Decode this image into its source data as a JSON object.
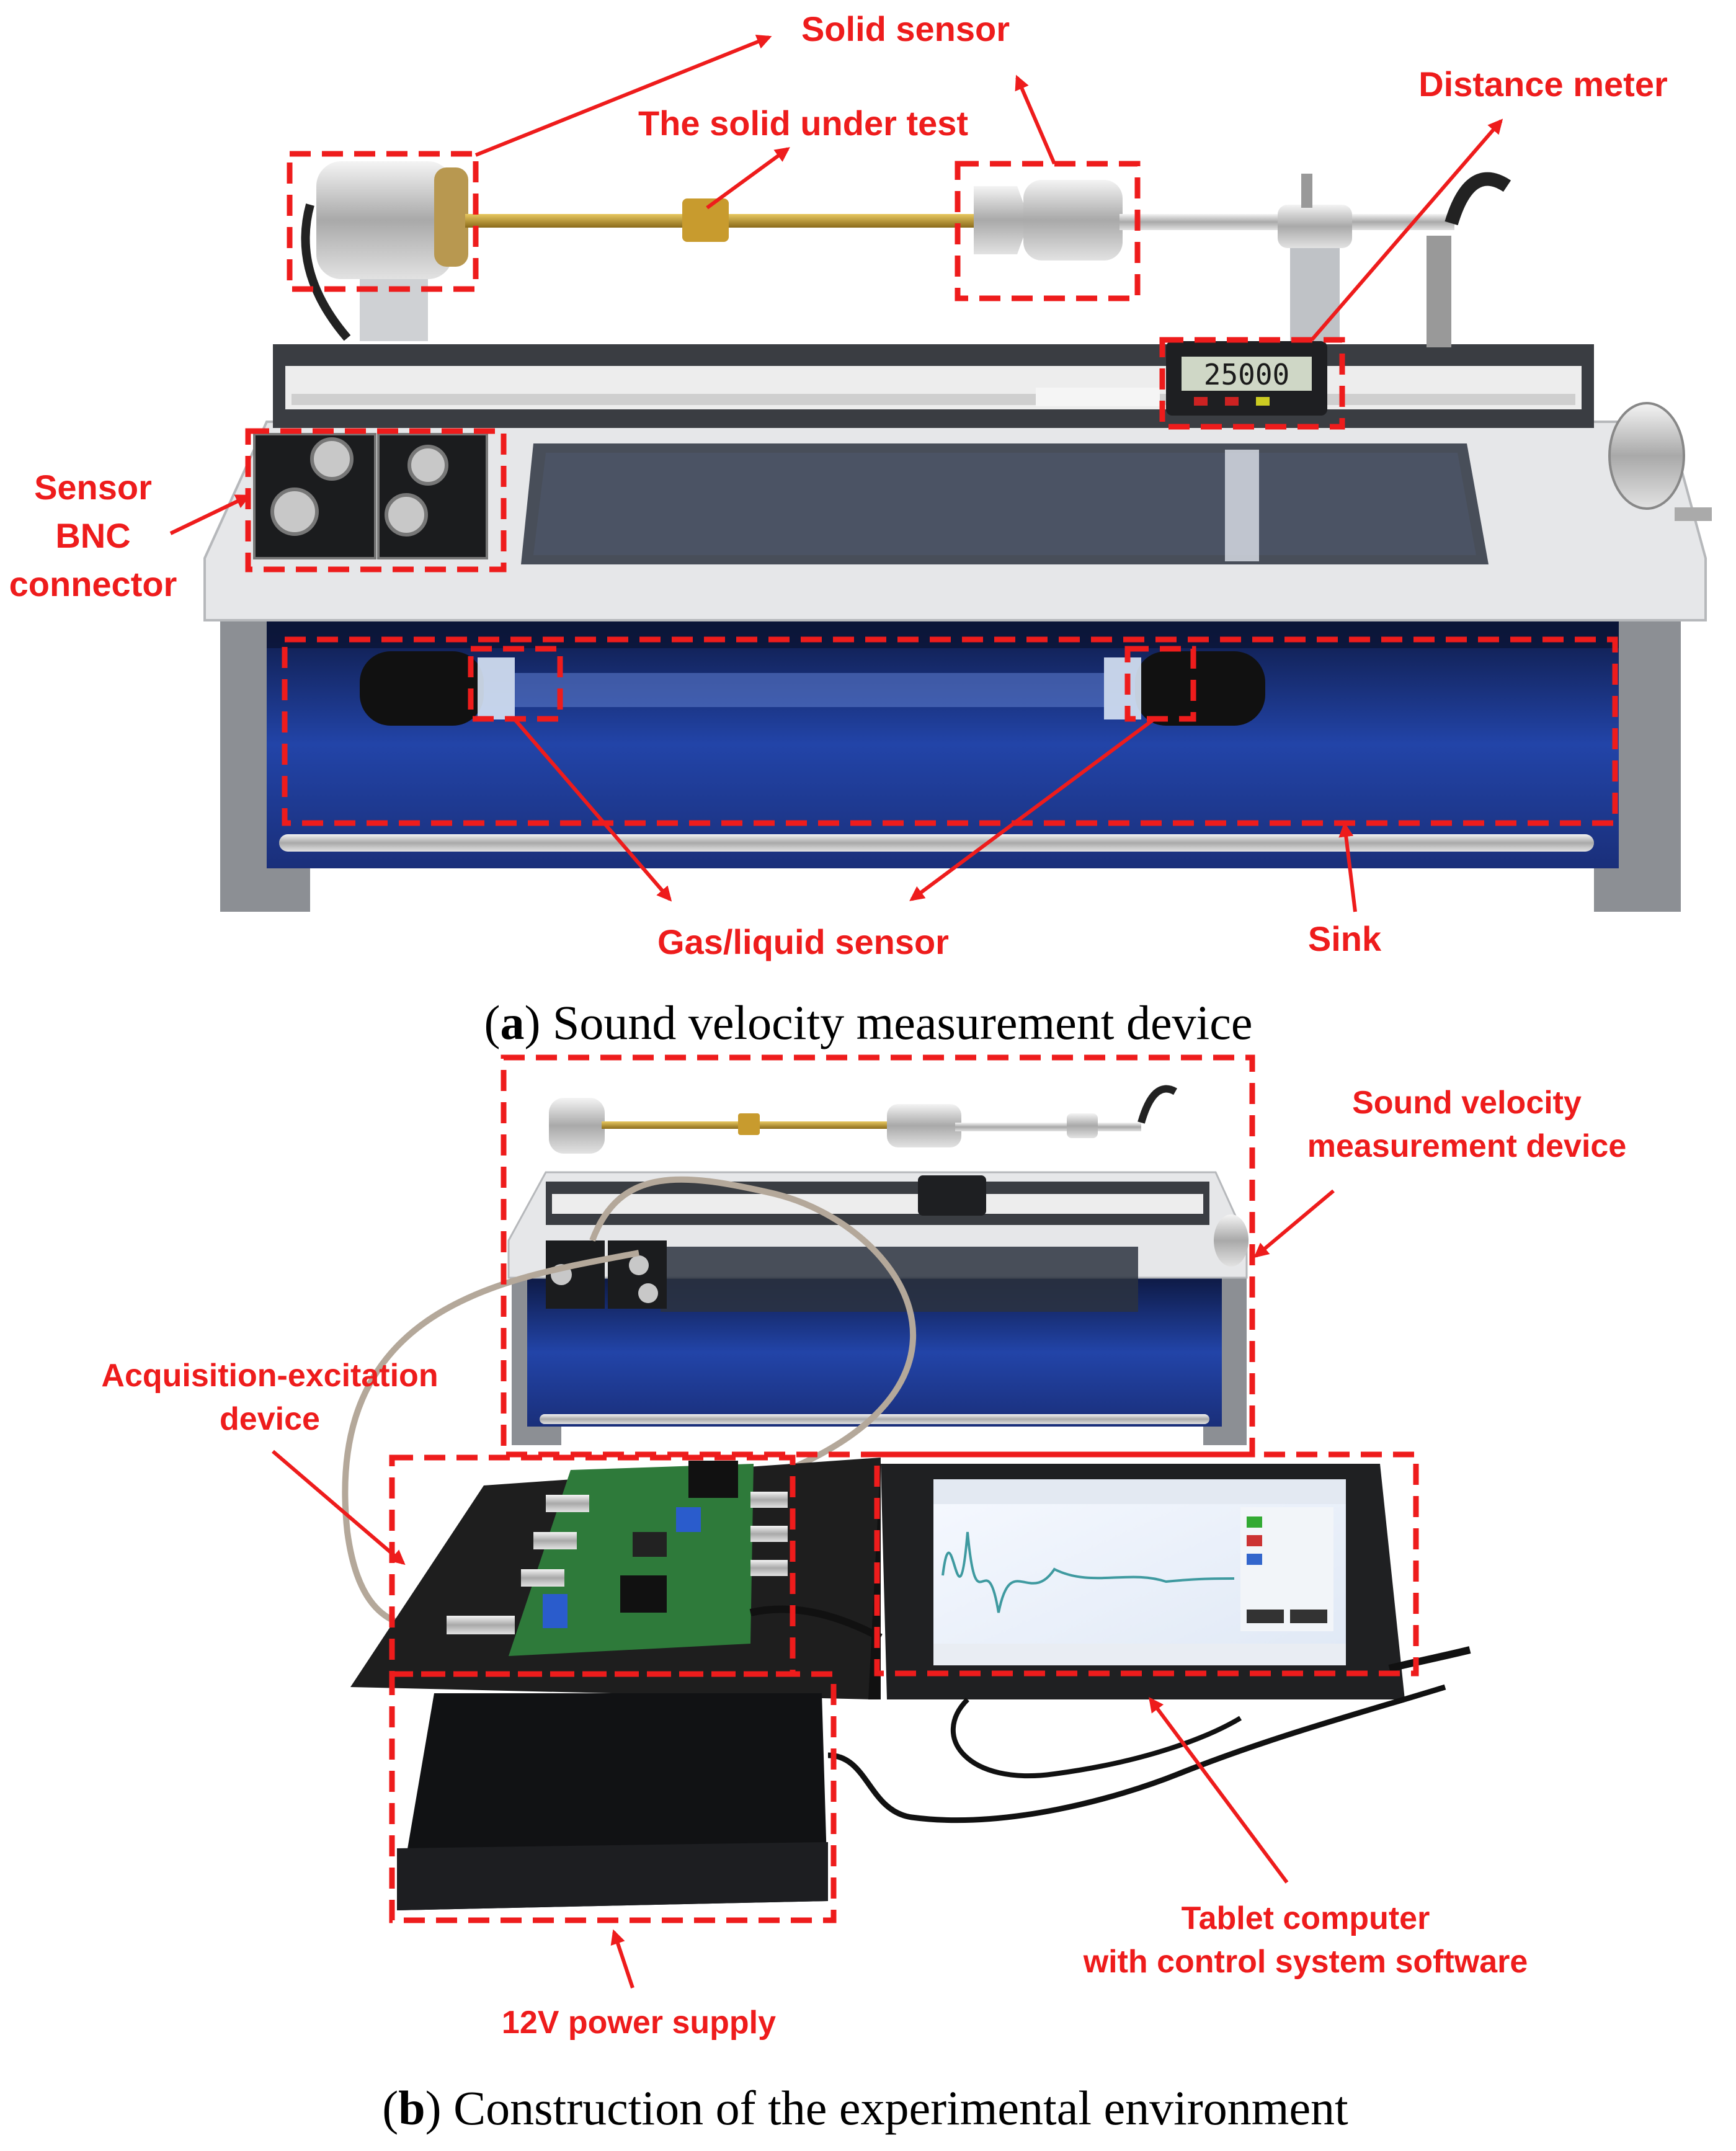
{
  "panel_a": {
    "labels": {
      "solid_sensor": "Solid sensor",
      "solid_under_test": "The solid under test",
      "distance_meter": "Distance meter",
      "sensor_bnc_1": "Sensor",
      "sensor_bnc_2": "BNC",
      "sensor_bnc_3": "connector",
      "gas_liquid_sensor": "Gas/liquid sensor",
      "sink": "Sink"
    },
    "display_reading": "25000",
    "caption_letter": "a",
    "caption_text": " Sound velocity measurement device"
  },
  "panel_b": {
    "labels": {
      "svm_device_1": "Sound velocity",
      "svm_device_2": "measurement device",
      "acq_1": "Acquisition-excitation",
      "acq_2": "device",
      "power": "12V power supply",
      "tablet_1": "Tablet computer",
      "tablet_2": "with control system software"
    },
    "caption_letter": "b",
    "caption_text": " Construction of the experimental environment"
  },
  "colors": {
    "annotation": "#ee1c1c",
    "frame": "#e6e6e6",
    "water": "#1c3a8a",
    "brass": "#b8922e",
    "steel": "#c9c9c9",
    "pcb": "#2e7a3a",
    "foam": "#1e1e1e"
  }
}
